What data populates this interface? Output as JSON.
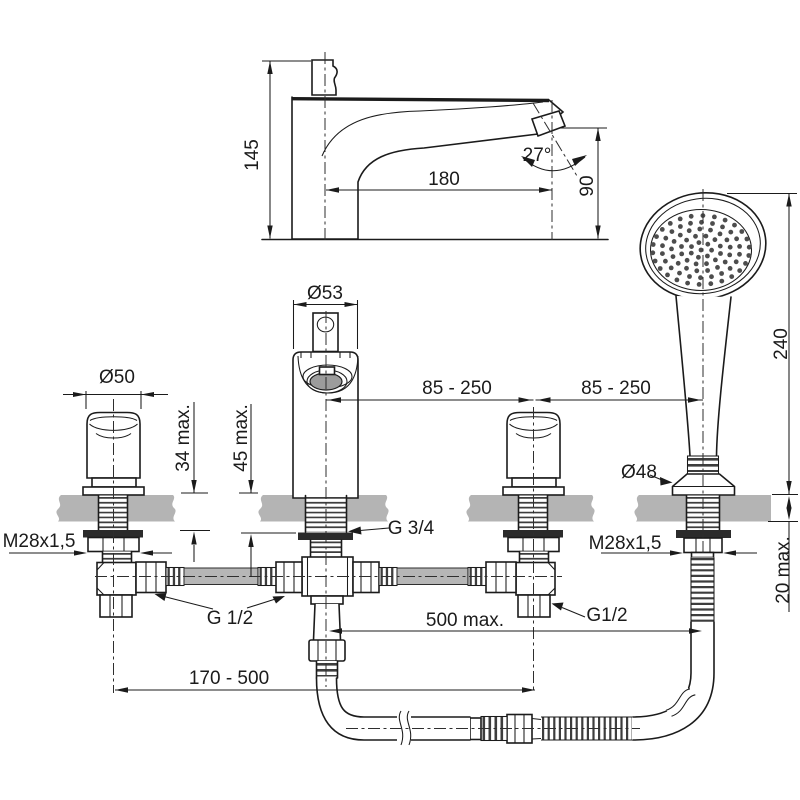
{
  "labels": {
    "spout_height": "145",
    "spout_reach": "180",
    "spout_angle": "27°",
    "outlet_height": "90",
    "spout_base_dia": "Ø53",
    "handle_dia": "Ø50",
    "handle_deck_max": "34 max.",
    "spout_deck_max": "45 max.",
    "spacing_left": "85 - 250",
    "spacing_right": "85 - 250",
    "shower_height": "240",
    "shower_base_dia": "Ø48",
    "thread_left": "M28x1,5",
    "thread_right": "M28x1,5",
    "shower_deck_max": "20 max.",
    "spout_thread": "G 3/4",
    "inlet_thread": "G 1/2",
    "outlet_thread_right": "G1/2",
    "hose_max": "500 max.",
    "centers_range": "170 - 500"
  },
  "colors": {
    "line": "#1b1b1b",
    "deck_fill": "#b4b4b4",
    "hose_fill": "#b6b6b6",
    "washer_fill": "#2b2b2b",
    "spray_dot": "#4d4d4d",
    "aerator_fill": "#9c9c9c",
    "background": "#ffffff"
  }
}
